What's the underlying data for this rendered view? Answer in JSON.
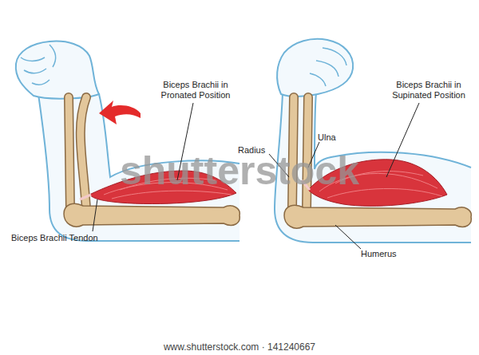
{
  "diagram": {
    "labels": [
      "Biceps Brachii in Pronated Position",
      "Biceps Brachii Tendon",
      "Radius",
      "Ulna",
      "Biceps Brachii in Supinated Position",
      "Humerus",
      "shutterstock",
      "www.shutterstock.com · 141240667"
    ]
  }
}
